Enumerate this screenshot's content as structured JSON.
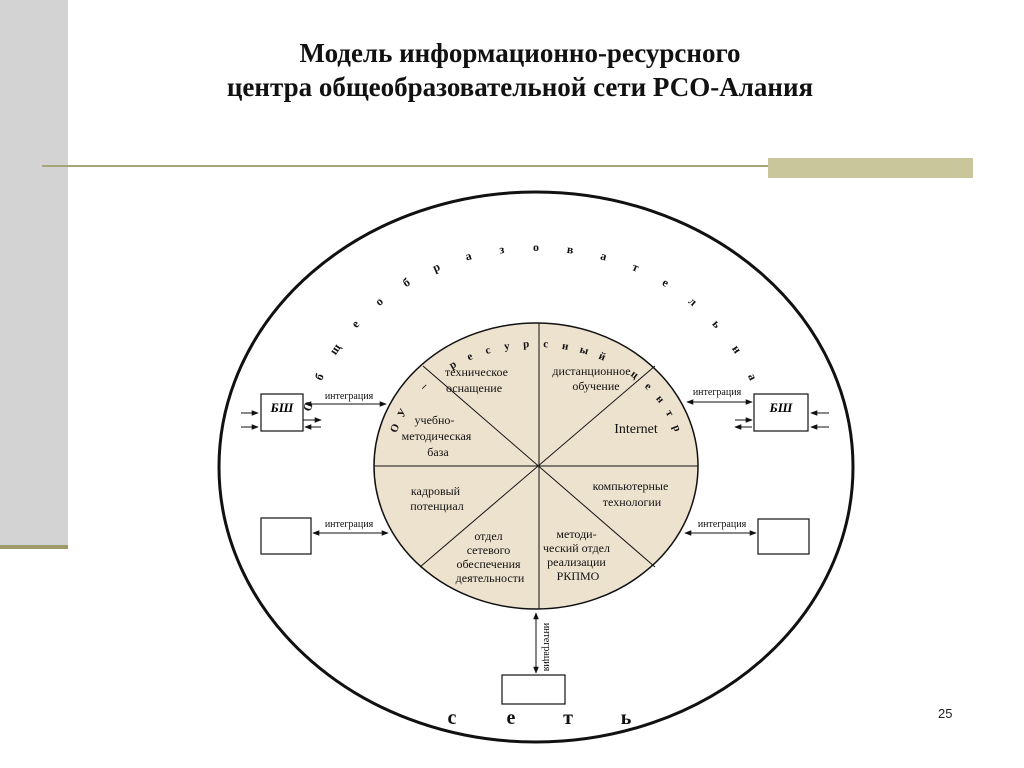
{
  "title": {
    "line1": "Модель информационно-ресурсного",
    "line2": "центра общеобразовательной сети РСО-Алания"
  },
  "page_number": "25",
  "colors": {
    "sidebar": "#d3d3d3",
    "accent": "#c9c69c",
    "sector_fill": "#ede2ce",
    "stroke": "#111111"
  },
  "diagram": {
    "outer_arc_text": "Общеобразовательная",
    "inner_arc_text": "ОУ – ресурсный центр",
    "bottom_text": "сеть",
    "sectors": [
      "техническое оснащение",
      "дистанционное обучение",
      "Internet",
      "учебно-методическая база",
      "компьютерные технологии",
      "кадровый потенциал",
      "методический отдел реализации РКПМО",
      "отдел сетевого обеспечения деятельности"
    ],
    "nodes": {
      "bsh_left": "БШ",
      "bsh_right": "БШ"
    },
    "link_labels": {
      "top_left": "интеграция",
      "top_right": "интеграция",
      "mid_left": "интеграция",
      "mid_right": "интеграция",
      "bottom": "интеграция"
    }
  }
}
